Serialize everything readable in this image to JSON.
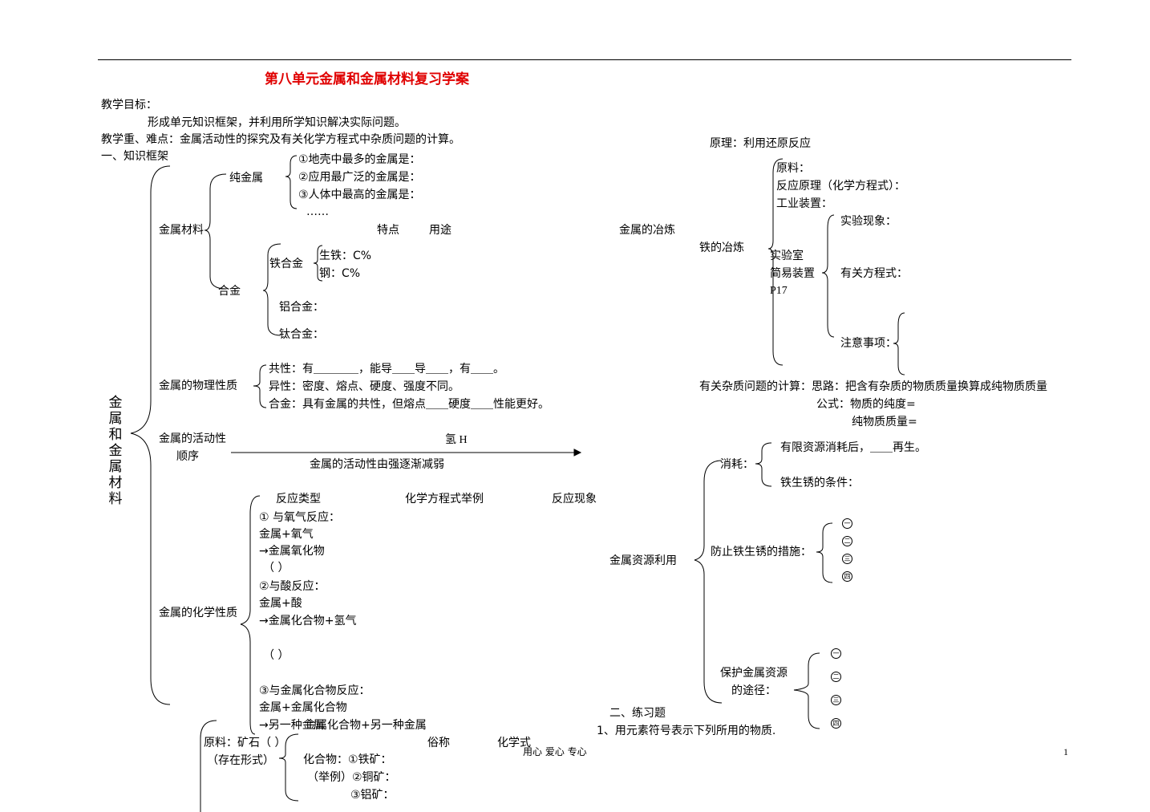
{
  "title": "第八单元金属和金属材料复习学案",
  "goals_label": "教学目标：",
  "goals_text": "形成单元知识框架，并利用所学知识解决实际问题。",
  "focus": "教学重、难点：金属活动性的探究及有关化学方程式中杂质问题的计算。",
  "section1": "一、知识框架",
  "root": [
    "金",
    "属",
    "和",
    "金",
    "属",
    "材",
    "料"
  ],
  "materials": {
    "label": "金属材料",
    "pure": "纯金属",
    "pure_items": [
      "①地壳中最多的金属是：",
      "②应用最广泛的金属是：",
      "③人体中最高的金属是：",
      "……"
    ],
    "features": "特点",
    "uses": "用途",
    "alloy": "合金",
    "iron_alloy": "铁合金",
    "pig_iron": "生铁：C%",
    "steel": "钢：C%",
    "al_alloy": "铝合金：",
    "ti_alloy": "钛合金："
  },
  "physical": {
    "label": "金属的物理性质",
    "common": "共性：有＿＿＿＿，能导＿＿导＿＿，有＿＿。",
    "diff": "异性：密度、熔点、硬度、强度不同。",
    "alloy": "合金：具有金属的共性，但熔点＿＿硬度＿＿性能更好。"
  },
  "activity": {
    "label1": "金属的活动性",
    "label2": "顺序",
    "hydrogen": "氢 H",
    "caption": "金属的活动性由强逐渐减弱"
  },
  "chemical": {
    "label": "金属的化学性质",
    "h1": "反应类型",
    "h2": "化学方程式举例",
    "h3": "反应现象",
    "r1": [
      "①  与氧气反应：",
      "金属+氧气",
      "→金属氧化物",
      "（          ）"
    ],
    "r2": [
      "②与酸反应：",
      "金属+酸",
      "→金属化合物+氢气",
      "（          ）"
    ],
    "r3": [
      "③与金属化合物反应：",
      "金属+金属化合物",
      "→另一种金属"
    ]
  },
  "overlap_text": "金属化合物+另一种金属",
  "smelting": {
    "label": "金属的冶炼",
    "principle": "原理：利用还原反应",
    "iron": "铁的冶炼",
    "raw": "原料：",
    "reaction": "反应原理（化学方程式）：",
    "industrial": "工业装置：",
    "lab1": "实验室",
    "lab2": "简易装置",
    "lab3": "P17",
    "phenomenon": "实验现象：",
    "equation": "有关方程式：",
    "notes": "注意事项："
  },
  "impurity": {
    "line1": "有关杂质问题的计算：思路：把含有杂质的物质质量换算成纯物质质量",
    "line2": "公式：物质的纯度=",
    "line3": "纯物质质量="
  },
  "resources": {
    "label": "金属资源利用",
    "consume": "消耗：",
    "limited": "有限资源消耗后，＿＿再生。",
    "rust": "铁生锈的条件：",
    "prevent": "防止铁生锈的措施：",
    "protect1": "保护金属资源",
    "protect2": "的途径：",
    "nums": [
      "一",
      "二",
      "三",
      "四"
    ]
  },
  "exercise": {
    "heading": "二、练习题",
    "q1": "1、用元素符号表示下列所用的物质."
  },
  "ore": {
    "raw": "原料：矿石（           ）",
    "exist": "（存在形式）",
    "common_name": "俗称",
    "formula": "化学式",
    "compound": "化合物：①铁矿：",
    "example": "（举例）②铜矿：",
    "al": "③铝矿："
  },
  "footer": {
    "slogan": "用心      爱心      专心",
    "page": "1"
  }
}
